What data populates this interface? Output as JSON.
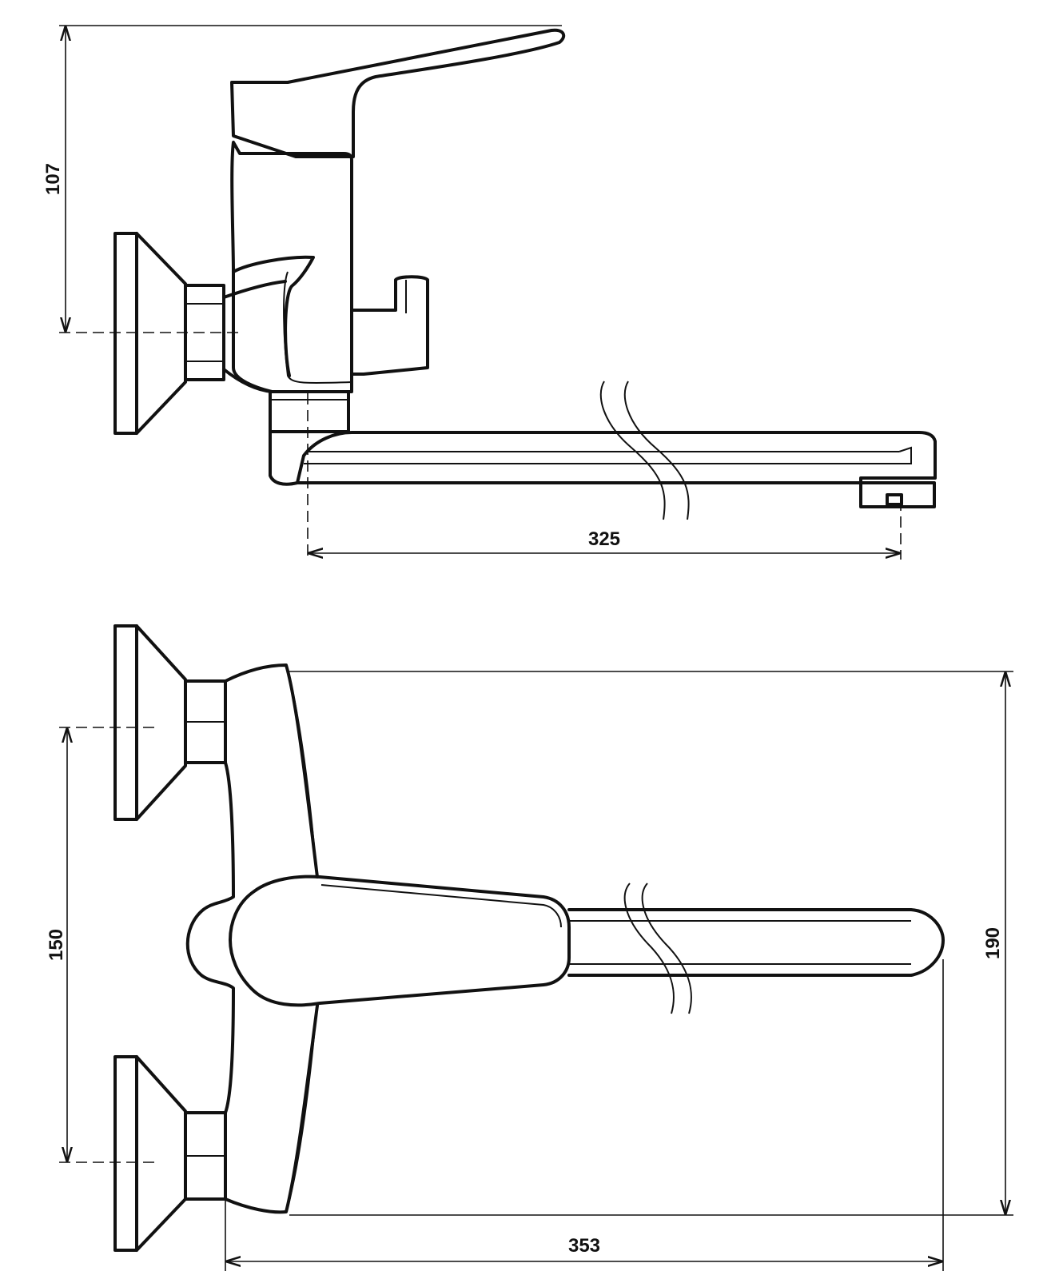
{
  "dimensions": {
    "side_view_height": "107",
    "side_view_spout_reach": "325",
    "top_view_inlet_spacing": "150",
    "top_view_depth": "190",
    "top_view_total_length": "353"
  }
}
